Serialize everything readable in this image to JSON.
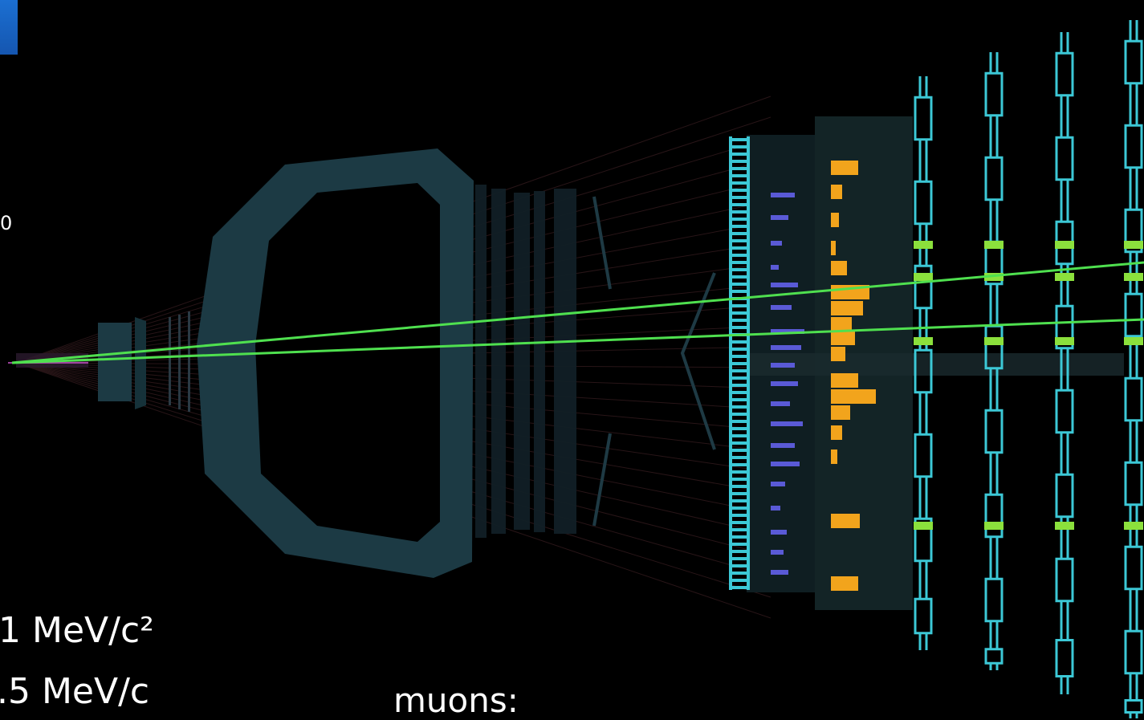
{
  "labels": {
    "partial_value": "0",
    "mass_line": "1 MeV/c²",
    "momentum_line": ".5 MeV/c",
    "muons_label": "muons:"
  },
  "colors": {
    "background": "#000000",
    "detector_frame": "#1c3a44",
    "muon_chamber": "#3cc8d6",
    "muon_track": "#4fe04f",
    "hcal_bars": "#f2a41c",
    "ecal_bars": "#5a5ad6",
    "rich_hits": "#8be03c",
    "beam_pipe": "#c050c0"
  },
  "icons": {
    "corner": "blue-logo-fragment"
  }
}
